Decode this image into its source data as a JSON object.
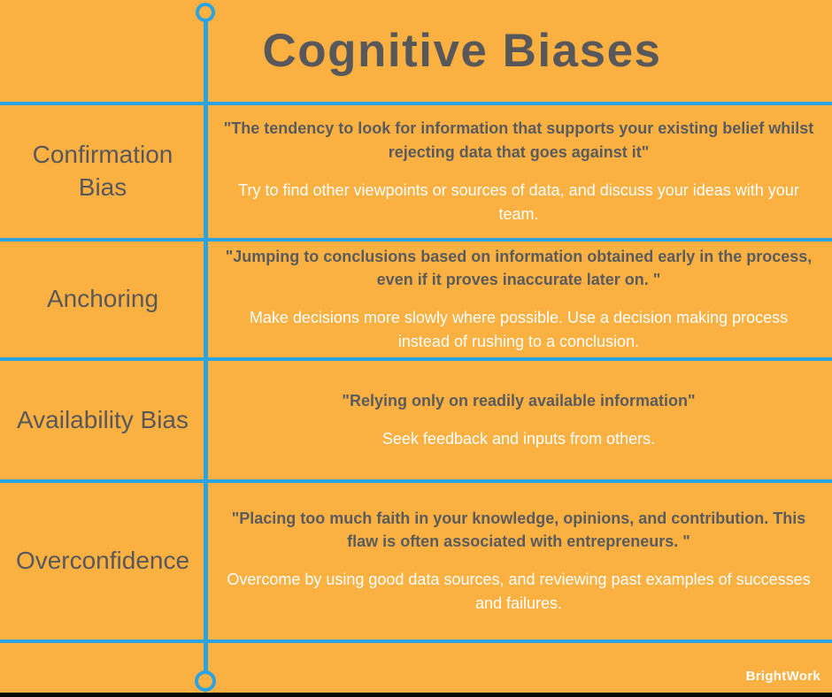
{
  "title": "Cognitive Biases",
  "colors": {
    "background": "#FBB042",
    "line": "#2BA3E0",
    "heading_text": "#58585B",
    "quote_text": "#5A5B5D",
    "advice_text": "#FFFFFF",
    "bar": "#060606"
  },
  "rows": [
    {
      "label": "Confirmation Bias",
      "quote": "\"The tendency to look for information that supports your existing belief whilst rejecting data that goes against it\"",
      "advice": "Try to find other viewpoints or sources of data, and discuss your ideas with your team."
    },
    {
      "label": "Anchoring",
      "quote": "\"Jumping to conclusions based on information obtained early in the process, even if it proves inaccurate later on. \"",
      "advice": "Make decisions more slowly where possible. Use a decision making process instead of rushing to a conclusion."
    },
    {
      "label": "Availability Bias",
      "quote": "\"Relying only on readily available information\"",
      "advice": "Seek feedback and inputs from others."
    },
    {
      "label": "Overconfidence",
      "quote": "\"Placing too much faith in your knowledge, opinions, and contribution. This flaw is often associated with entrepreneurs. \"",
      "advice": "Overcome by using good data sources, and reviewing past examples of successes and failures."
    }
  ],
  "footer": {
    "brand": "BrightWork"
  }
}
